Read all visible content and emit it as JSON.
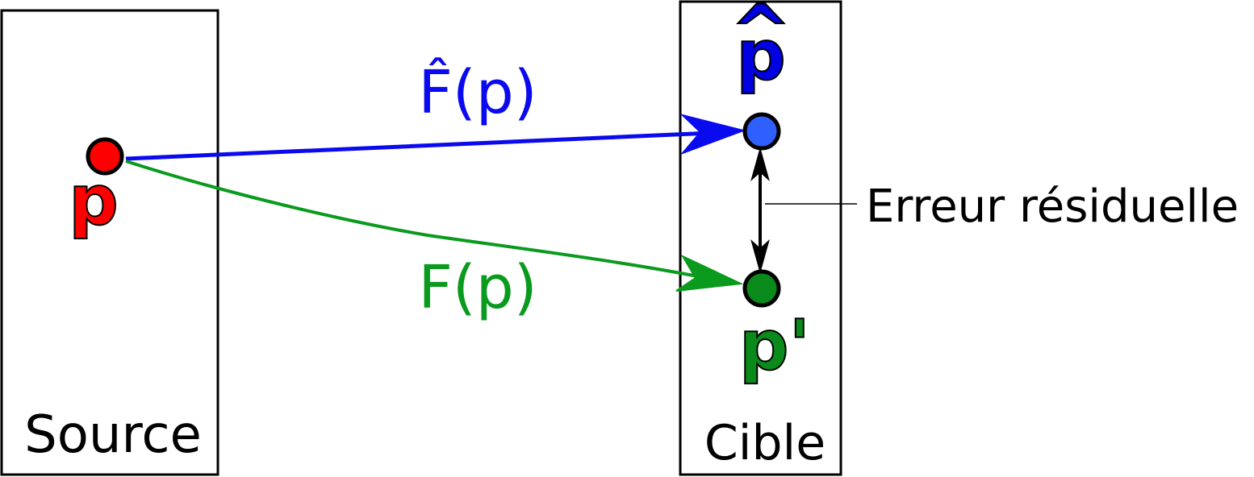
{
  "source": {
    "label": "Source",
    "point_label": "p"
  },
  "target": {
    "label": "Cible",
    "estimated_point_label": "p",
    "estimated_point_hat": "^",
    "true_point_label": "p'"
  },
  "mappings": {
    "estimated": {
      "label": "F̂(p)",
      "color": "#0a0aee"
    },
    "true": {
      "label": "F(p)",
      "color": "#0a9a1e"
    }
  },
  "error": {
    "label": "Erreur résiduelle"
  },
  "colors": {
    "source_point": "#ff0000",
    "estimated_point": "#2f5fff",
    "true_point": "#0a8a1a",
    "estimated_text": "#0000e0",
    "true_text": "#0a9a1e",
    "outline": "#000000"
  }
}
